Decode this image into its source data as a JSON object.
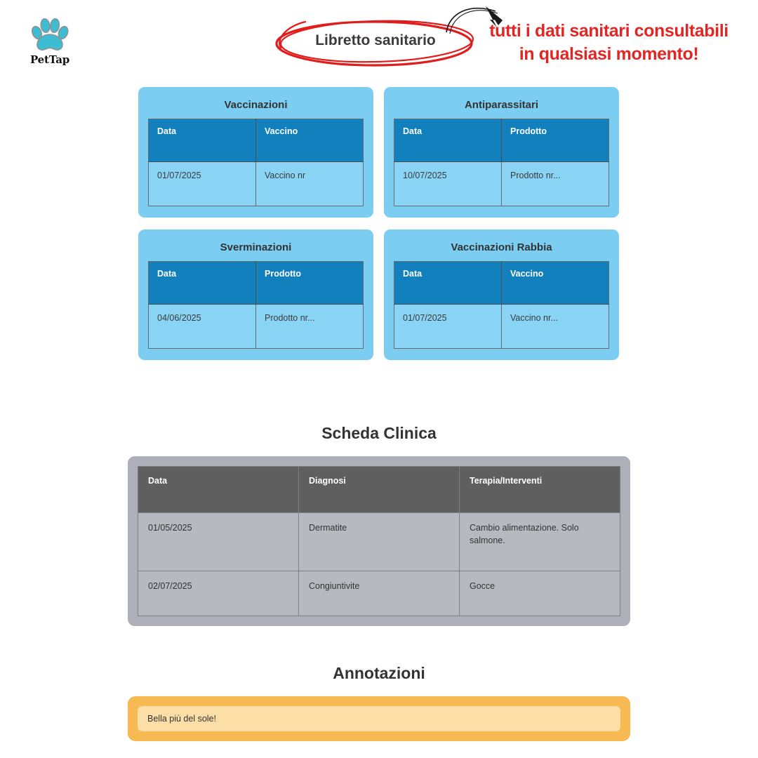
{
  "brand": {
    "name": "PetTap",
    "logo_icon": "paw-icon",
    "logo_color": "#3ebcd2"
  },
  "header": {
    "page_title": "Libretto sanitario",
    "annotation_color": "#e02726",
    "annotation_line1": "tutti i dati sanitari consultabili",
    "annotation_line2": "in qualsiasi momento!",
    "arrow_icon": "curved-arrow-icon",
    "highlight_icon": "red-ellipse-highlight-icon"
  },
  "cards": [
    {
      "title": "Vaccinazioni",
      "columns": [
        "Data",
        "Vaccino"
      ],
      "rows": [
        [
          "01/07/2025",
          "Vaccino nr"
        ]
      ]
    },
    {
      "title": "Antiparassitari",
      "columns": [
        "Data",
        "Prodotto"
      ],
      "rows": [
        [
          "10/07/2025",
          "Prodotto nr..."
        ]
      ]
    },
    {
      "title": "Sverminazioni",
      "columns": [
        "Data",
        "Prodotto"
      ],
      "rows": [
        [
          "04/06/2025",
          "Prodotto nr..."
        ]
      ]
    },
    {
      "title": "Vaccinazioni Rabbia",
      "columns": [
        "Data",
        "Vaccino"
      ],
      "rows": [
        [
          "01/07/2025",
          "Vaccino nr..."
        ]
      ]
    }
  ],
  "clinic": {
    "title": "Scheda Clinica",
    "columns": [
      "Data",
      "Diagnosi",
      "Terapia/Interventi"
    ],
    "rows": [
      [
        "01/05/2025",
        "Dermatite",
        "Cambio alimentazione. Solo salmone."
      ],
      [
        "02/07/2025",
        "Congiuntivite",
        "Gocce"
      ]
    ]
  },
  "annotations": {
    "title": "Annotazioni",
    "notes": [
      "Bella più del sole!"
    ]
  },
  "colors": {
    "card_blue": "#7ccdf2",
    "card_blue_row": "#89d4f5",
    "header_blue": "#1380be",
    "clinic_card_gray": "#adb0b8",
    "clinic_header_gray": "#5f5f5f",
    "clinic_row_gray": "#b6b9c0",
    "annot_orange": "#f7b952",
    "annot_note": "#fcdfa6"
  }
}
